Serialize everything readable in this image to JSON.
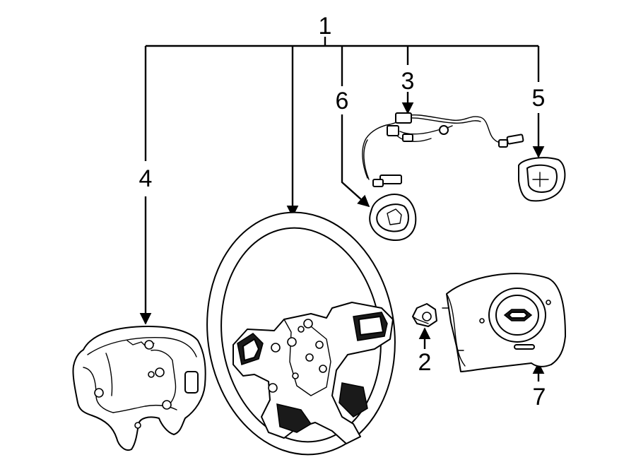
{
  "callouts": {
    "c1": "1",
    "c2": "2",
    "c3": "3",
    "c4": "4",
    "c5": "5",
    "c6": "6",
    "c7": "7"
  },
  "colors": {
    "line": "#000000",
    "background": "#ffffff",
    "fill_dark": "#1a1a1a"
  }
}
